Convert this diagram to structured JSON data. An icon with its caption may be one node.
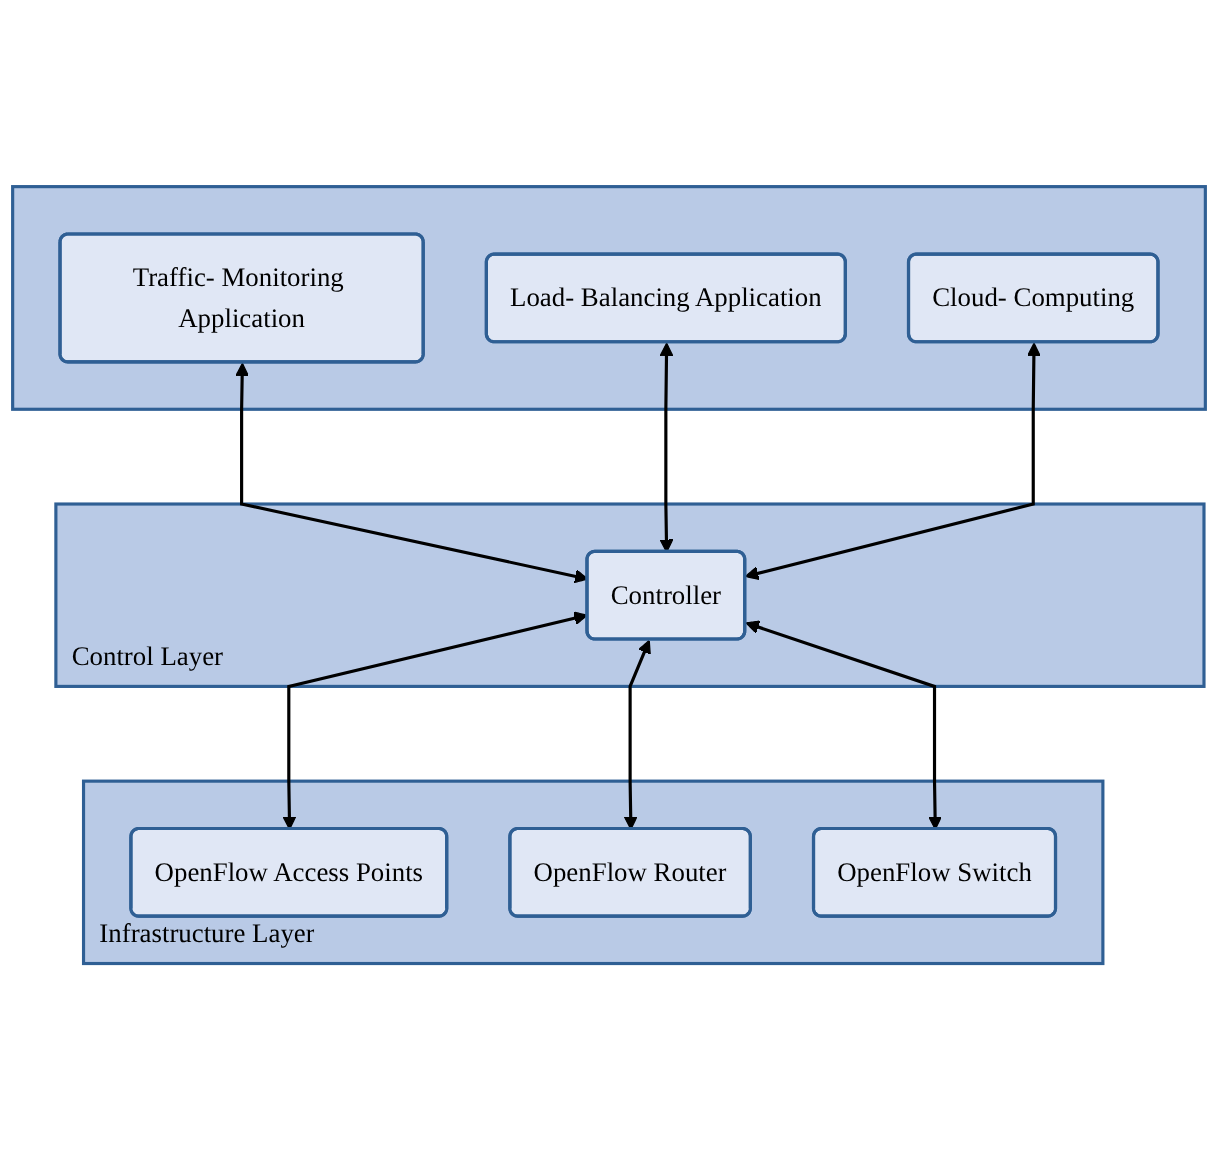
{
  "diagram": {
    "nodes": [
      {
        "text": [],
        "shape": "box"
      },
      {
        "text": [
          "Traffic- Monitoring Application"
        ],
        "in": 0
      },
      {
        "text": [
          "Load- Balancing Application"
        ],
        "in": 0
      },
      {
        "text": [
          "Cloud- Computing"
        ],
        "in": 0
      },
      {
        "text": [
          "Control Layer"
        ]
      },
      {
        "text": [
          "Controller"
        ],
        "in": 4
      },
      {
        "text": [
          "Infrastructure Layer"
        ]
      },
      {
        "text": [
          "OpenFlow Access Points"
        ],
        "in": 6
      },
      {
        "text": [
          "OpenFlow Router"
        ],
        "in": 6
      },
      {
        "text": [
          "OpenFlow Switch"
        ],
        "in": 6
      }
    ],
    "edges": [
      {
        "from": 1,
        "to": 5,
        "arrow": "both"
      },
      {
        "from": 2,
        "to": 5,
        "arrow": "both"
      },
      {
        "from": 3,
        "to": 5,
        "arrow": "both"
      },
      {
        "from": 5,
        "to": 7,
        "arrow": "both"
      },
      {
        "from": 5,
        "to": 8,
        "arrow": "both"
      },
      {
        "from": 5,
        "to": 9,
        "arrow": "both"
      }
    ]
  }
}
